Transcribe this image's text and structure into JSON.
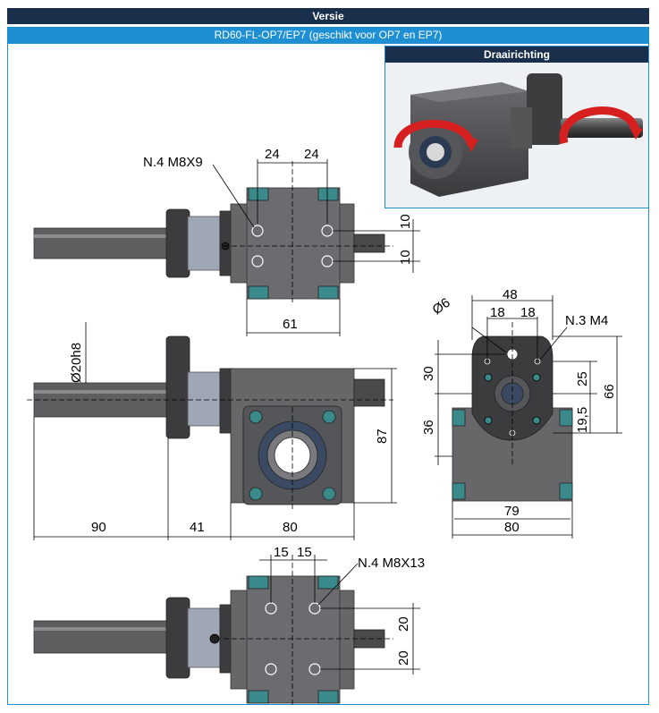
{
  "header": {
    "title": "Versie",
    "subtitle": "RD60-FL-OP7/EP7 (geschikt voor OP7 en EP7)"
  },
  "rotation_panel": {
    "title": "Draairichting"
  },
  "top_view": {
    "callout": "N.4 M8X9",
    "dims": {
      "w1": "24",
      "w2": "24",
      "h1": "10",
      "h2": "10",
      "width": "61"
    }
  },
  "front_view": {
    "shaft_diameter": "20h8",
    "dims": {
      "d1": "90",
      "d2": "41",
      "d3": "80",
      "height": "87"
    }
  },
  "side_view": {
    "hole_diameter": "6",
    "callout": "N.3 M4",
    "dims": {
      "top": "48",
      "t1": "18",
      "t2": "18",
      "v30": "30",
      "v36": "36",
      "v25": "25",
      "v19_5": "19,5",
      "v66": "66",
      "w79": "79",
      "w80": "80"
    }
  },
  "bottom_view": {
    "callout": "N.4 M8X13",
    "dims": {
      "w1": "15",
      "w2": "15",
      "h1": "20",
      "h2": "20"
    }
  },
  "colors": {
    "header_dark": "#1a2f4b",
    "header_blue": "#1e8fd2",
    "body_gray": "#5d5d60",
    "teal_bolt": "#3a8a8c",
    "arrow_red": "#d62020"
  }
}
